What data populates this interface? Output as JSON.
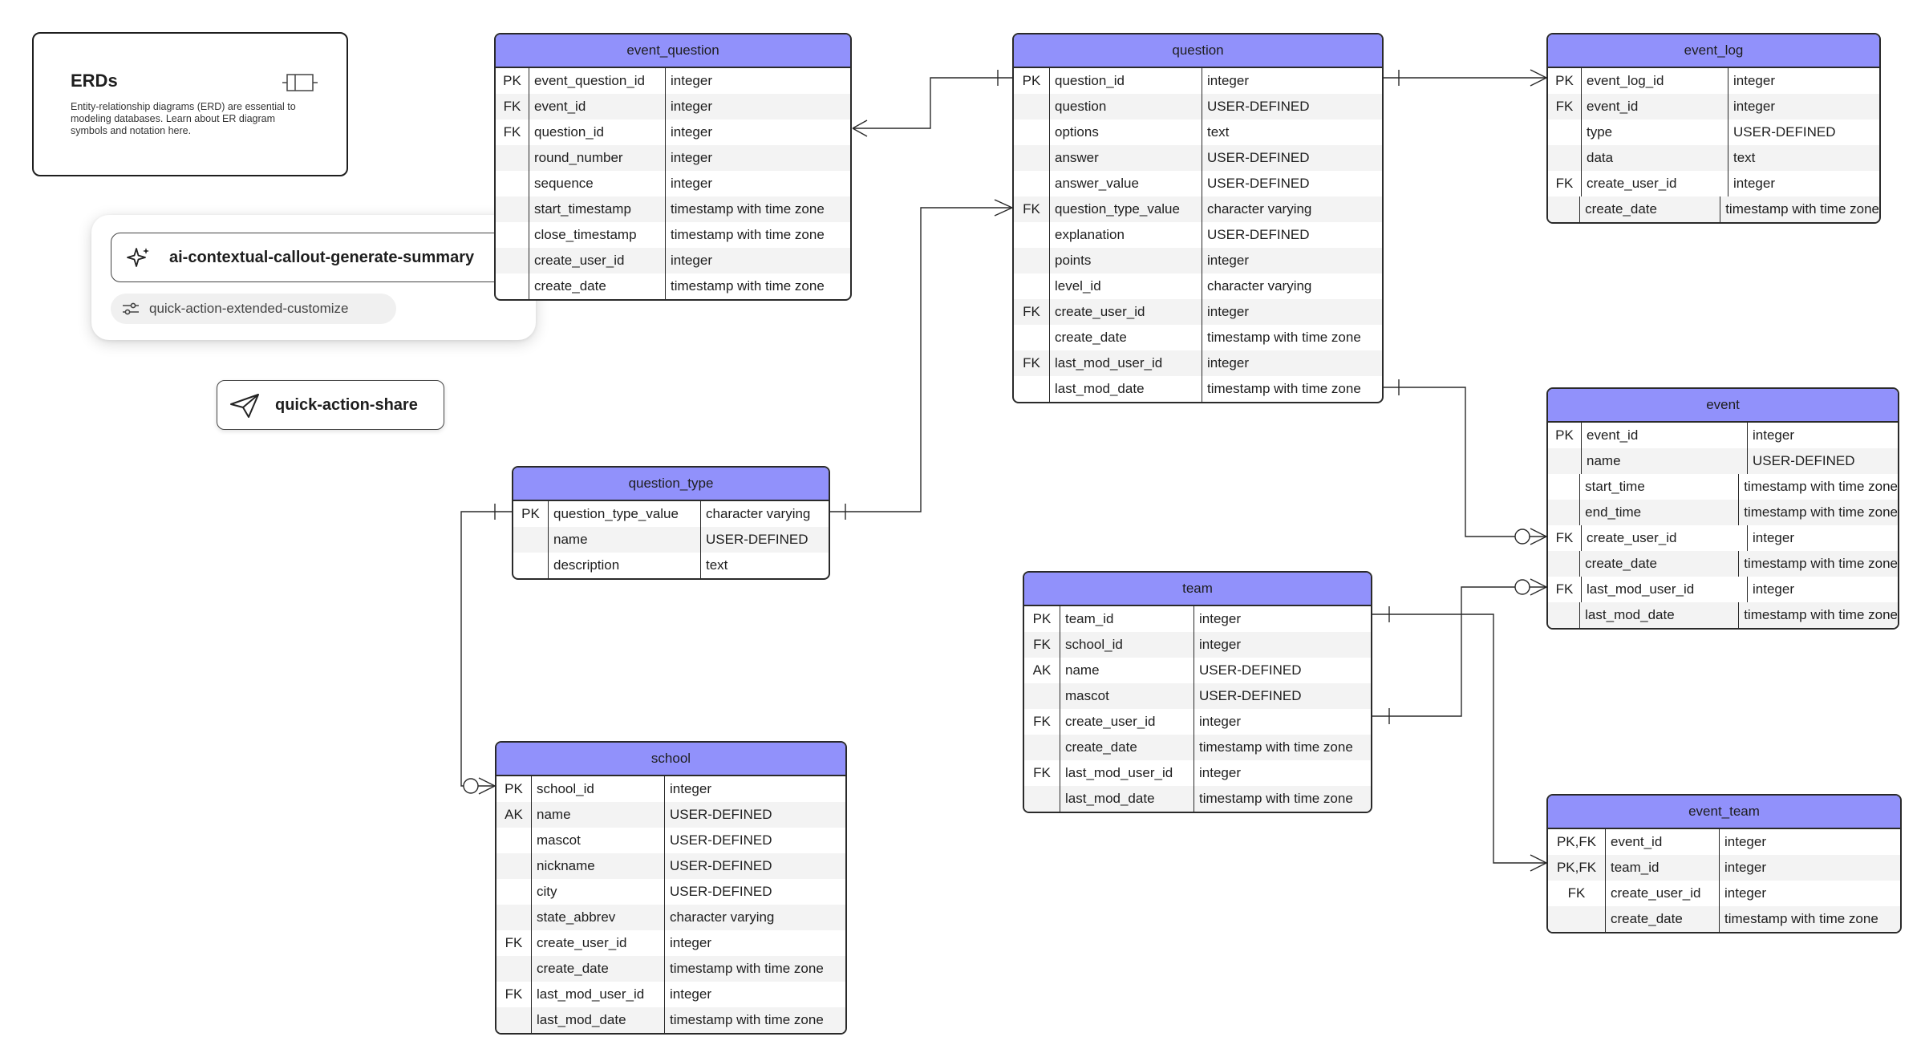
{
  "erd_card": {
    "title": "ERDs",
    "description": "Entity-relationship diagrams (ERD) are essential to modeling databases. Learn about ER diagram symbols and notation here.",
    "icon": "entity-shape-icon"
  },
  "quick_actions": {
    "summary_label": "ai-contextual-callout-generate-summary",
    "summary_icon": "sparkles-icon",
    "customize_label": "quick-action-extended-customize",
    "customize_icon": "sliders-icon",
    "share_label": "quick-action-share",
    "share_icon": "paper-plane-icon"
  },
  "colors": {
    "header": "#9191fb",
    "border": "#2a2a2a",
    "stripe": "#f3f3f3"
  },
  "tables": {
    "event_question": {
      "title": "event_question",
      "rows": [
        {
          "key": "PK",
          "name": "event_question_id",
          "type": "integer"
        },
        {
          "key": "FK",
          "name": "event_id",
          "type": "integer"
        },
        {
          "key": "FK",
          "name": "question_id",
          "type": "integer"
        },
        {
          "key": "",
          "name": "round_number",
          "type": "integer"
        },
        {
          "key": "",
          "name": "sequence",
          "type": "integer"
        },
        {
          "key": "",
          "name": "start_timestamp",
          "type": "timestamp with time zone"
        },
        {
          "key": "",
          "name": "close_timestamp",
          "type": "timestamp with time zone"
        },
        {
          "key": "",
          "name": "create_user_id",
          "type": "integer"
        },
        {
          "key": "",
          "name": "create_date",
          "type": "timestamp with time zone"
        }
      ]
    },
    "question": {
      "title": "question",
      "rows": [
        {
          "key": "PK",
          "name": "question_id",
          "type": "integer"
        },
        {
          "key": "",
          "name": "question",
          "type": "USER-DEFINED"
        },
        {
          "key": "",
          "name": "options",
          "type": "text"
        },
        {
          "key": "",
          "name": "answer",
          "type": "USER-DEFINED"
        },
        {
          "key": "",
          "name": "answer_value",
          "type": "USER-DEFINED"
        },
        {
          "key": "FK",
          "name": "question_type_value",
          "type": "character varying"
        },
        {
          "key": "",
          "name": "explanation",
          "type": "USER-DEFINED"
        },
        {
          "key": "",
          "name": "points",
          "type": "integer"
        },
        {
          "key": "",
          "name": "level_id",
          "type": "character varying"
        },
        {
          "key": "FK",
          "name": "create_user_id",
          "type": "integer"
        },
        {
          "key": "",
          "name": "create_date",
          "type": "timestamp with time zone"
        },
        {
          "key": "FK",
          "name": "last_mod_user_id",
          "type": "integer"
        },
        {
          "key": "",
          "name": "last_mod_date",
          "type": "timestamp with time zone"
        }
      ]
    },
    "event_log": {
      "title": "event_log",
      "rows": [
        {
          "key": "PK",
          "name": "event_log_id",
          "type": "integer"
        },
        {
          "key": "FK",
          "name": "event_id",
          "type": "integer"
        },
        {
          "key": "",
          "name": "type",
          "type": "USER-DEFINED"
        },
        {
          "key": "",
          "name": "data",
          "type": "text"
        },
        {
          "key": "FK",
          "name": "create_user_id",
          "type": "integer"
        },
        {
          "key": "",
          "name": "create_date",
          "type": "timestamp with time zone"
        }
      ]
    },
    "event": {
      "title": "event",
      "rows": [
        {
          "key": "PK",
          "name": "event_id",
          "type": "integer"
        },
        {
          "key": "",
          "name": "name",
          "type": "USER-DEFINED"
        },
        {
          "key": "",
          "name": "start_time",
          "type": "timestamp with time zone"
        },
        {
          "key": "",
          "name": "end_time",
          "type": "timestamp with time zone"
        },
        {
          "key": "FK",
          "name": "create_user_id",
          "type": "integer"
        },
        {
          "key": "",
          "name": "create_date",
          "type": "timestamp with time zone"
        },
        {
          "key": "FK",
          "name": "last_mod_user_id",
          "type": "integer"
        },
        {
          "key": "",
          "name": "last_mod_date",
          "type": "timestamp with time zone"
        }
      ]
    },
    "question_type": {
      "title": "question_type",
      "rows": [
        {
          "key": "PK",
          "name": "question_type_value",
          "type": "character varying"
        },
        {
          "key": "",
          "name": "name",
          "type": "USER-DEFINED"
        },
        {
          "key": "",
          "name": "description",
          "type": "text"
        }
      ]
    },
    "team": {
      "title": "team",
      "rows": [
        {
          "key": "PK",
          "name": "team_id",
          "type": "integer"
        },
        {
          "key": "FK",
          "name": "school_id",
          "type": "integer"
        },
        {
          "key": "AK",
          "name": "name",
          "type": "USER-DEFINED"
        },
        {
          "key": "",
          "name": "mascot",
          "type": "USER-DEFINED"
        },
        {
          "key": "FK",
          "name": "create_user_id",
          "type": "integer"
        },
        {
          "key": "",
          "name": "create_date",
          "type": "timestamp with time zone"
        },
        {
          "key": "FK",
          "name": "last_mod_user_id",
          "type": "integer"
        },
        {
          "key": "",
          "name": "last_mod_date",
          "type": "timestamp with time zone"
        }
      ]
    },
    "school": {
      "title": "school",
      "rows": [
        {
          "key": "PK",
          "name": "school_id",
          "type": "integer"
        },
        {
          "key": "AK",
          "name": "name",
          "type": "USER-DEFINED"
        },
        {
          "key": "",
          "name": "mascot",
          "type": "USER-DEFINED"
        },
        {
          "key": "",
          "name": "nickname",
          "type": "USER-DEFINED"
        },
        {
          "key": "",
          "name": "city",
          "type": "USER-DEFINED"
        },
        {
          "key": "",
          "name": "state_abbrev",
          "type": "character varying"
        },
        {
          "key": "FK",
          "name": "create_user_id",
          "type": "integer"
        },
        {
          "key": "",
          "name": "create_date",
          "type": "timestamp with time zone"
        },
        {
          "key": "FK",
          "name": "last_mod_user_id",
          "type": "integer"
        },
        {
          "key": "",
          "name": "last_mod_date",
          "type": "timestamp with time zone"
        }
      ]
    },
    "event_team": {
      "title": "event_team",
      "rows": [
        {
          "key": "PK,FK",
          "name": "event_id",
          "type": "integer"
        },
        {
          "key": "PK,FK",
          "name": "team_id",
          "type": "integer"
        },
        {
          "key": "FK",
          "name": "create_user_id",
          "type": "integer"
        },
        {
          "key": "",
          "name": "create_date",
          "type": "timestamp with time zone"
        }
      ]
    }
  }
}
